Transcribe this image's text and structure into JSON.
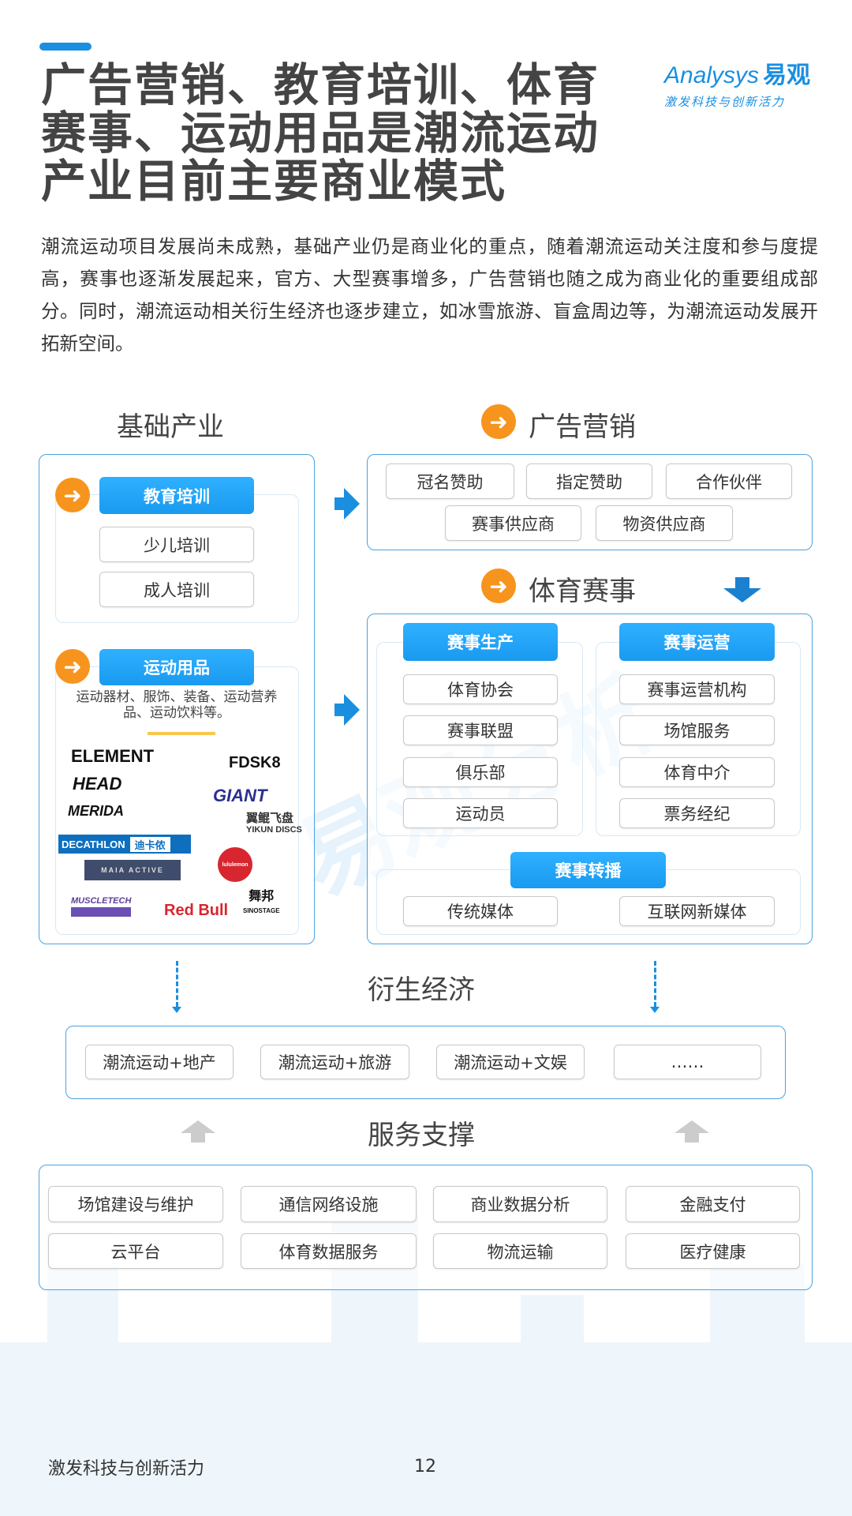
{
  "header": {
    "title": "广告营销、教育培训、体育赛事、运动用品是潮流运动产业目前主要商业模式",
    "brand_en": "Analysys",
    "brand_cn": "易观",
    "brand_slogan": "激发科技与创新活力"
  },
  "intro": "潮流运动项目发展尚未成熟，基础产业仍是商业化的重点，随着潮流运动关注度和参与度提高，赛事也逐渐发展起来，官方、大型赛事增多，广告营销也随之成为商业化的重要组成部分。同时，潮流运动相关衍生经济也逐步建立，如冰雪旅游、盲盒周边等，为潮流运动发展开拓新空间。",
  "basic": {
    "title": "基础产业",
    "education": {
      "label": "教育培训",
      "items": [
        "少儿培训",
        "成人培训"
      ]
    },
    "goods": {
      "label": "运动用品",
      "desc": "运动器材、服饰、装备、运动营养品、运动饮料等。",
      "brands": [
        "ELEMENT",
        "FDSK8",
        "HEAD",
        "GIANT",
        "MERIDA",
        "翼鲲飞盘",
        "YIKUN DISCS",
        "DECATHLON",
        "迪卡侬",
        "MAIA ACTIVE",
        "lululemon",
        "MUSCLETECH",
        "Red Bull",
        "舞邦",
        "SINOSTAGE"
      ]
    }
  },
  "ads": {
    "title": "广告营销",
    "items": [
      "冠名赞助",
      "指定赞助",
      "合作伙伴",
      "赛事供应商",
      "物资供应商"
    ]
  },
  "events": {
    "title": "体育赛事",
    "production": {
      "label": "赛事生产",
      "items": [
        "体育协会",
        "赛事联盟",
        "俱乐部",
        "运动员"
      ]
    },
    "operation": {
      "label": "赛事运营",
      "items": [
        "赛事运营机构",
        "场馆服务",
        "体育中介",
        "票务经纪"
      ]
    },
    "broadcast": {
      "label": "赛事转播",
      "items": [
        "传统媒体",
        "互联网新媒体"
      ]
    }
  },
  "derivative": {
    "title": "衍生经济",
    "items": [
      "潮流运动+地产",
      "潮流运动+旅游",
      "潮流运动+文娱",
      "……"
    ]
  },
  "support": {
    "title": "服务支撑",
    "items": [
      "场馆建设与维护",
      "通信网络设施",
      "商业数据分析",
      "金融支付",
      "云平台",
      "体育数据服务",
      "物流运输",
      "医疗健康"
    ]
  },
  "watermark": "易观分析",
  "footer": {
    "slogan": "激发科技与创新活力",
    "page": "12"
  },
  "colors": {
    "accent": "#1a9af0",
    "orange": "#f7941d",
    "border": "#4aa3df"
  }
}
